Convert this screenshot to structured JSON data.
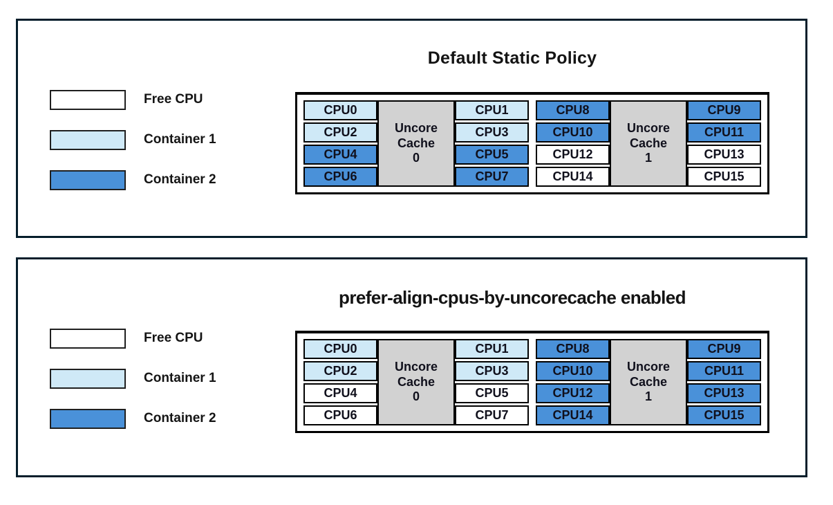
{
  "colors": {
    "free_cpu": "#ffffff",
    "container1": "#cfe9f7",
    "container2": "#4a91d9",
    "uncore_cache_bg": "#d2d2d2",
    "panel_border": "#051e2b",
    "cell_border": "#000000"
  },
  "legend": [
    {
      "label": "Free CPU",
      "state": "free"
    },
    {
      "label": "Container 1",
      "state": "container1"
    },
    {
      "label": "Container 2",
      "state": "container2"
    }
  ],
  "panels": [
    {
      "title": "Default Static Policy",
      "groups": [
        {
          "cache_lines": [
            "Uncore",
            "Cache",
            "0"
          ],
          "left": [
            {
              "label": "CPU0",
              "state": "container1"
            },
            {
              "label": "CPU2",
              "state": "container1"
            },
            {
              "label": "CPU4",
              "state": "container2"
            },
            {
              "label": "CPU6",
              "state": "container2"
            }
          ],
          "right": [
            {
              "label": "CPU1",
              "state": "container1"
            },
            {
              "label": "CPU3",
              "state": "container1"
            },
            {
              "label": "CPU5",
              "state": "container2"
            },
            {
              "label": "CPU7",
              "state": "container2"
            }
          ]
        },
        {
          "cache_lines": [
            "Uncore",
            "Cache",
            "1"
          ],
          "left": [
            {
              "label": "CPU8",
              "state": "container2"
            },
            {
              "label": "CPU10",
              "state": "container2"
            },
            {
              "label": "CPU12",
              "state": "free"
            },
            {
              "label": "CPU14",
              "state": "free"
            }
          ],
          "right": [
            {
              "label": "CPU9",
              "state": "container2"
            },
            {
              "label": "CPU11",
              "state": "container2"
            },
            {
              "label": "CPU13",
              "state": "free"
            },
            {
              "label": "CPU15",
              "state": "free"
            }
          ]
        }
      ]
    },
    {
      "title": "prefer-align-cpus-by-uncorecache enabled",
      "groups": [
        {
          "cache_lines": [
            "Uncore",
            "Cache",
            "0"
          ],
          "left": [
            {
              "label": "CPU0",
              "state": "container1"
            },
            {
              "label": "CPU2",
              "state": "container1"
            },
            {
              "label": "CPU4",
              "state": "free"
            },
            {
              "label": "CPU6",
              "state": "free"
            }
          ],
          "right": [
            {
              "label": "CPU1",
              "state": "container1"
            },
            {
              "label": "CPU3",
              "state": "container1"
            },
            {
              "label": "CPU5",
              "state": "free"
            },
            {
              "label": "CPU7",
              "state": "free"
            }
          ]
        },
        {
          "cache_lines": [
            "Uncore",
            "Cache",
            "1"
          ],
          "left": [
            {
              "label": "CPU8",
              "state": "container2"
            },
            {
              "label": "CPU10",
              "state": "container2"
            },
            {
              "label": "CPU12",
              "state": "container2"
            },
            {
              "label": "CPU14",
              "state": "container2"
            }
          ],
          "right": [
            {
              "label": "CPU9",
              "state": "container2"
            },
            {
              "label": "CPU11",
              "state": "container2"
            },
            {
              "label": "CPU13",
              "state": "container2"
            },
            {
              "label": "CPU15",
              "state": "container2"
            }
          ]
        }
      ]
    }
  ]
}
